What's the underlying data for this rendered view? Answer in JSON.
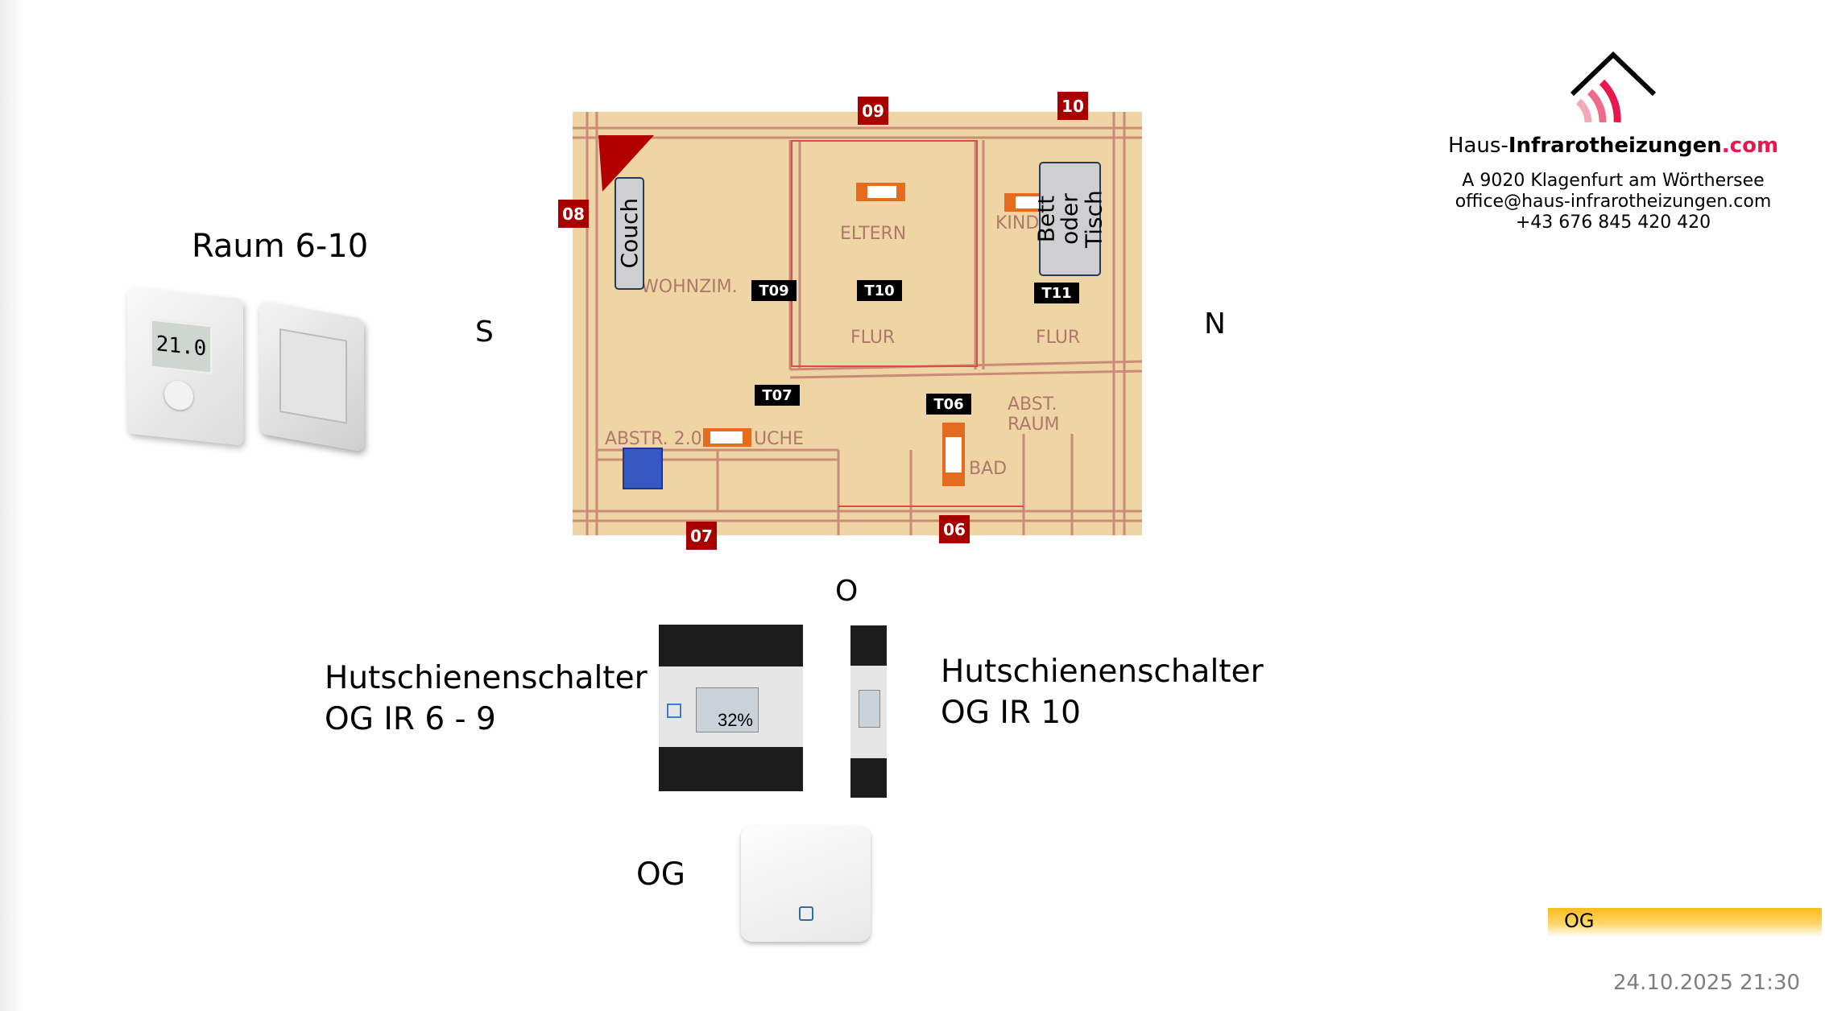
{
  "slide": {
    "room_label": "Raum 6-10",
    "compass": {
      "south": "S",
      "north": "N",
      "east": "O"
    },
    "floor_plan": {
      "zones": [
        "08",
        "09",
        "10",
        "07",
        "06"
      ],
      "thermostats": [
        "T09",
        "T10",
        "T11",
        "T07",
        "T06"
      ],
      "furniture": {
        "couch": "Couch",
        "bed_or_table": "Bett oder Tisch"
      }
    },
    "switch_left": {
      "line1": "Hutschienenschalter",
      "line2": "OG IR 6 - 9"
    },
    "switch_right": {
      "line1": "Hutschienenschalter",
      "line2": "OG IR 10"
    },
    "access_point_label": "OG",
    "floor_bar_label": "OG",
    "timestamp": "24.10.2025 21:30"
  },
  "logo": {
    "brand_prefix": "Haus-",
    "brand_bold": "Infrarotheizungen",
    "brand_suffix": ".com",
    "address": "A 9020 Klagenfurt am Wörthersee",
    "email": "office@haus-infrarotheizungen.com",
    "phone": "+43 676 845 420 420"
  },
  "colors": {
    "marker": "#a80000",
    "heater": "#e46c1c",
    "accent": "#e8174f",
    "bar": "#fbbd1c"
  }
}
